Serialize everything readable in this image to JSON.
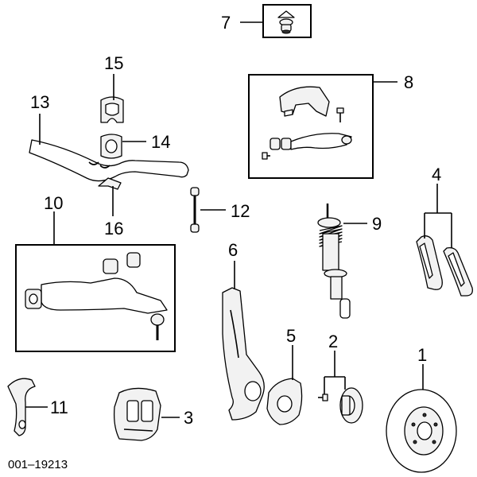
{
  "callouts": {
    "c1": "1",
    "c2": "2",
    "c3": "3",
    "c4": "4",
    "c5": "5",
    "c6": "6",
    "c7": "7",
    "c8": "8",
    "c9": "9",
    "c10": "10",
    "c11": "11",
    "c12": "12",
    "c13": "13",
    "c14": "14",
    "c15": "15",
    "c16": "16"
  },
  "figure_code": "001–19213"
}
